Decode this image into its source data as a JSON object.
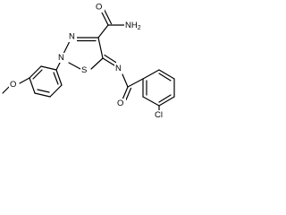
{
  "structure": {
    "atom_labels": {
      "amide_group": "NH",
      "amide_subscript": "2",
      "amide_oxygen": "O",
      "ring_nitrogen_top": "N",
      "ring_nitrogen_2": "N",
      "ring_sulfur": "S",
      "imine_nitrogen": "N",
      "benzoyl_oxygen": "O",
      "chloro": "Cl",
      "methoxy_oxygen": "O"
    }
  }
}
